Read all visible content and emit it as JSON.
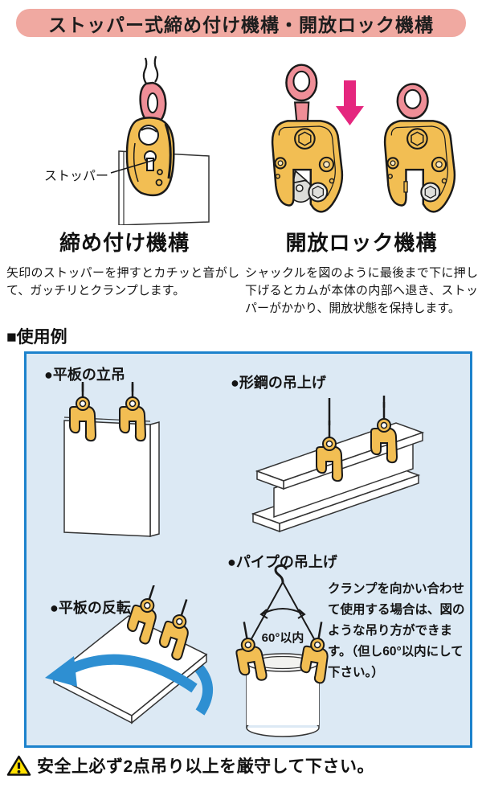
{
  "header": {
    "title": "ストッパー式締め付け機構・開放ロック機構"
  },
  "mechanisms": {
    "clamping": {
      "heading": "締め付け機構",
      "description": "矢印のストッパーを押すとカチッと音がして、ガッチリとクランプします。",
      "stopper_label": "ストッパー"
    },
    "release_lock": {
      "heading": "開放ロック機構",
      "description": "シャックルを図のように最後まで下に押し下げるとカムが本体の内部へ退き、ストッパーがかかり、開放状態を保持します。"
    }
  },
  "usage": {
    "section_title": "■使用例",
    "flat_vertical": {
      "label": "●平板の立吊"
    },
    "steel_shape": {
      "label": "●形鋼の吊上げ"
    },
    "pipe": {
      "label": "●パイプの吊上げ",
      "angle_label": "60°以内"
    },
    "flip": {
      "label": "●平板の反転"
    },
    "note": "クランプを向かい合わせて使用する場合は、図のような吊り方ができます。（但し60°以内にして下さい。）"
  },
  "footer": {
    "warning": "安全上必ず2点吊り以上を厳守して下さい。"
  },
  "colors": {
    "banner_pink": "#F0A9A1",
    "clamp_yellow": "#F2BE53",
    "shackle_pink": "#EF8E97",
    "arrow_magenta": "#E5267E",
    "box_border_blue": "#1C82CC",
    "box_bg_blue": "#DCE9F4",
    "flip_arrow_blue": "#2E8FD2",
    "warning_yellow": "#FFE000"
  }
}
